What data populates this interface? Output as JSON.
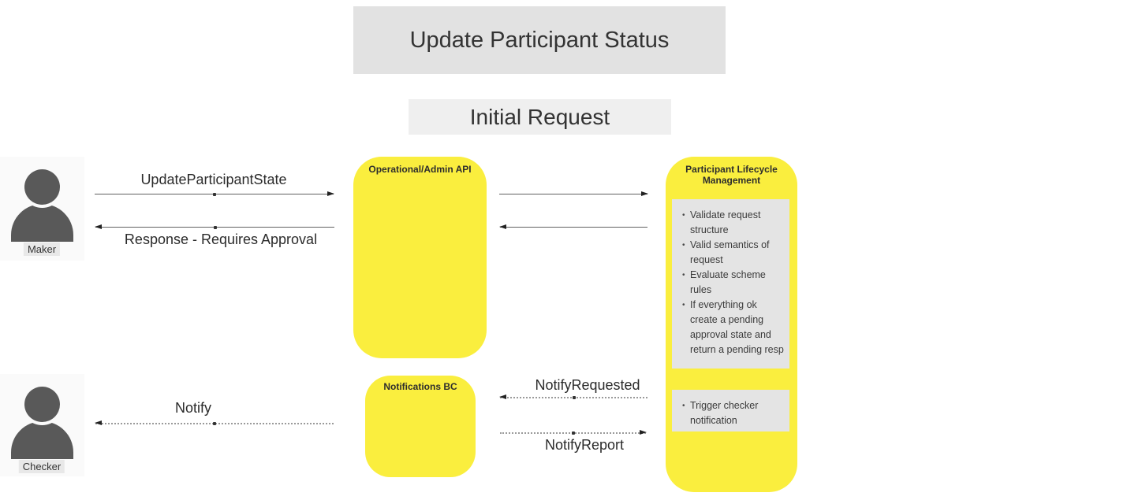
{
  "header": {
    "title": "Update Participant Status",
    "subtitle": "Initial Request"
  },
  "actors": {
    "maker": {
      "label": "Maker",
      "icon": "person-icon"
    },
    "checker": {
      "label": "Checker",
      "icon": "person-icon"
    }
  },
  "boxes": {
    "operational_api": {
      "label": "Operational/Admin API"
    },
    "participant_lifecycle": {
      "label": "Participant Lifecycle Management",
      "validation_steps": [
        "Validate request structure",
        "Valid semantics of request",
        "Evaluate scheme rules",
        "If everything ok create a pending approval state and return a pending resp"
      ],
      "notification_steps": [
        "Trigger checker notification"
      ]
    },
    "notifications_bc": {
      "label": "Notifications BC"
    }
  },
  "messages": {
    "update_participant_state": "UpdateParticipantState",
    "response_requires_approval": "Response - Requires Approval",
    "notify": "Notify",
    "notify_requested": "NotifyRequested",
    "notify_report": "NotifyReport"
  },
  "colors": {
    "box_yellow": "#FAEE3E",
    "panel_gray": "#e4e4e4",
    "title_bg": "#e2e2e2",
    "subtitle_bg": "#efefef",
    "actor_gray": "#595959"
  }
}
